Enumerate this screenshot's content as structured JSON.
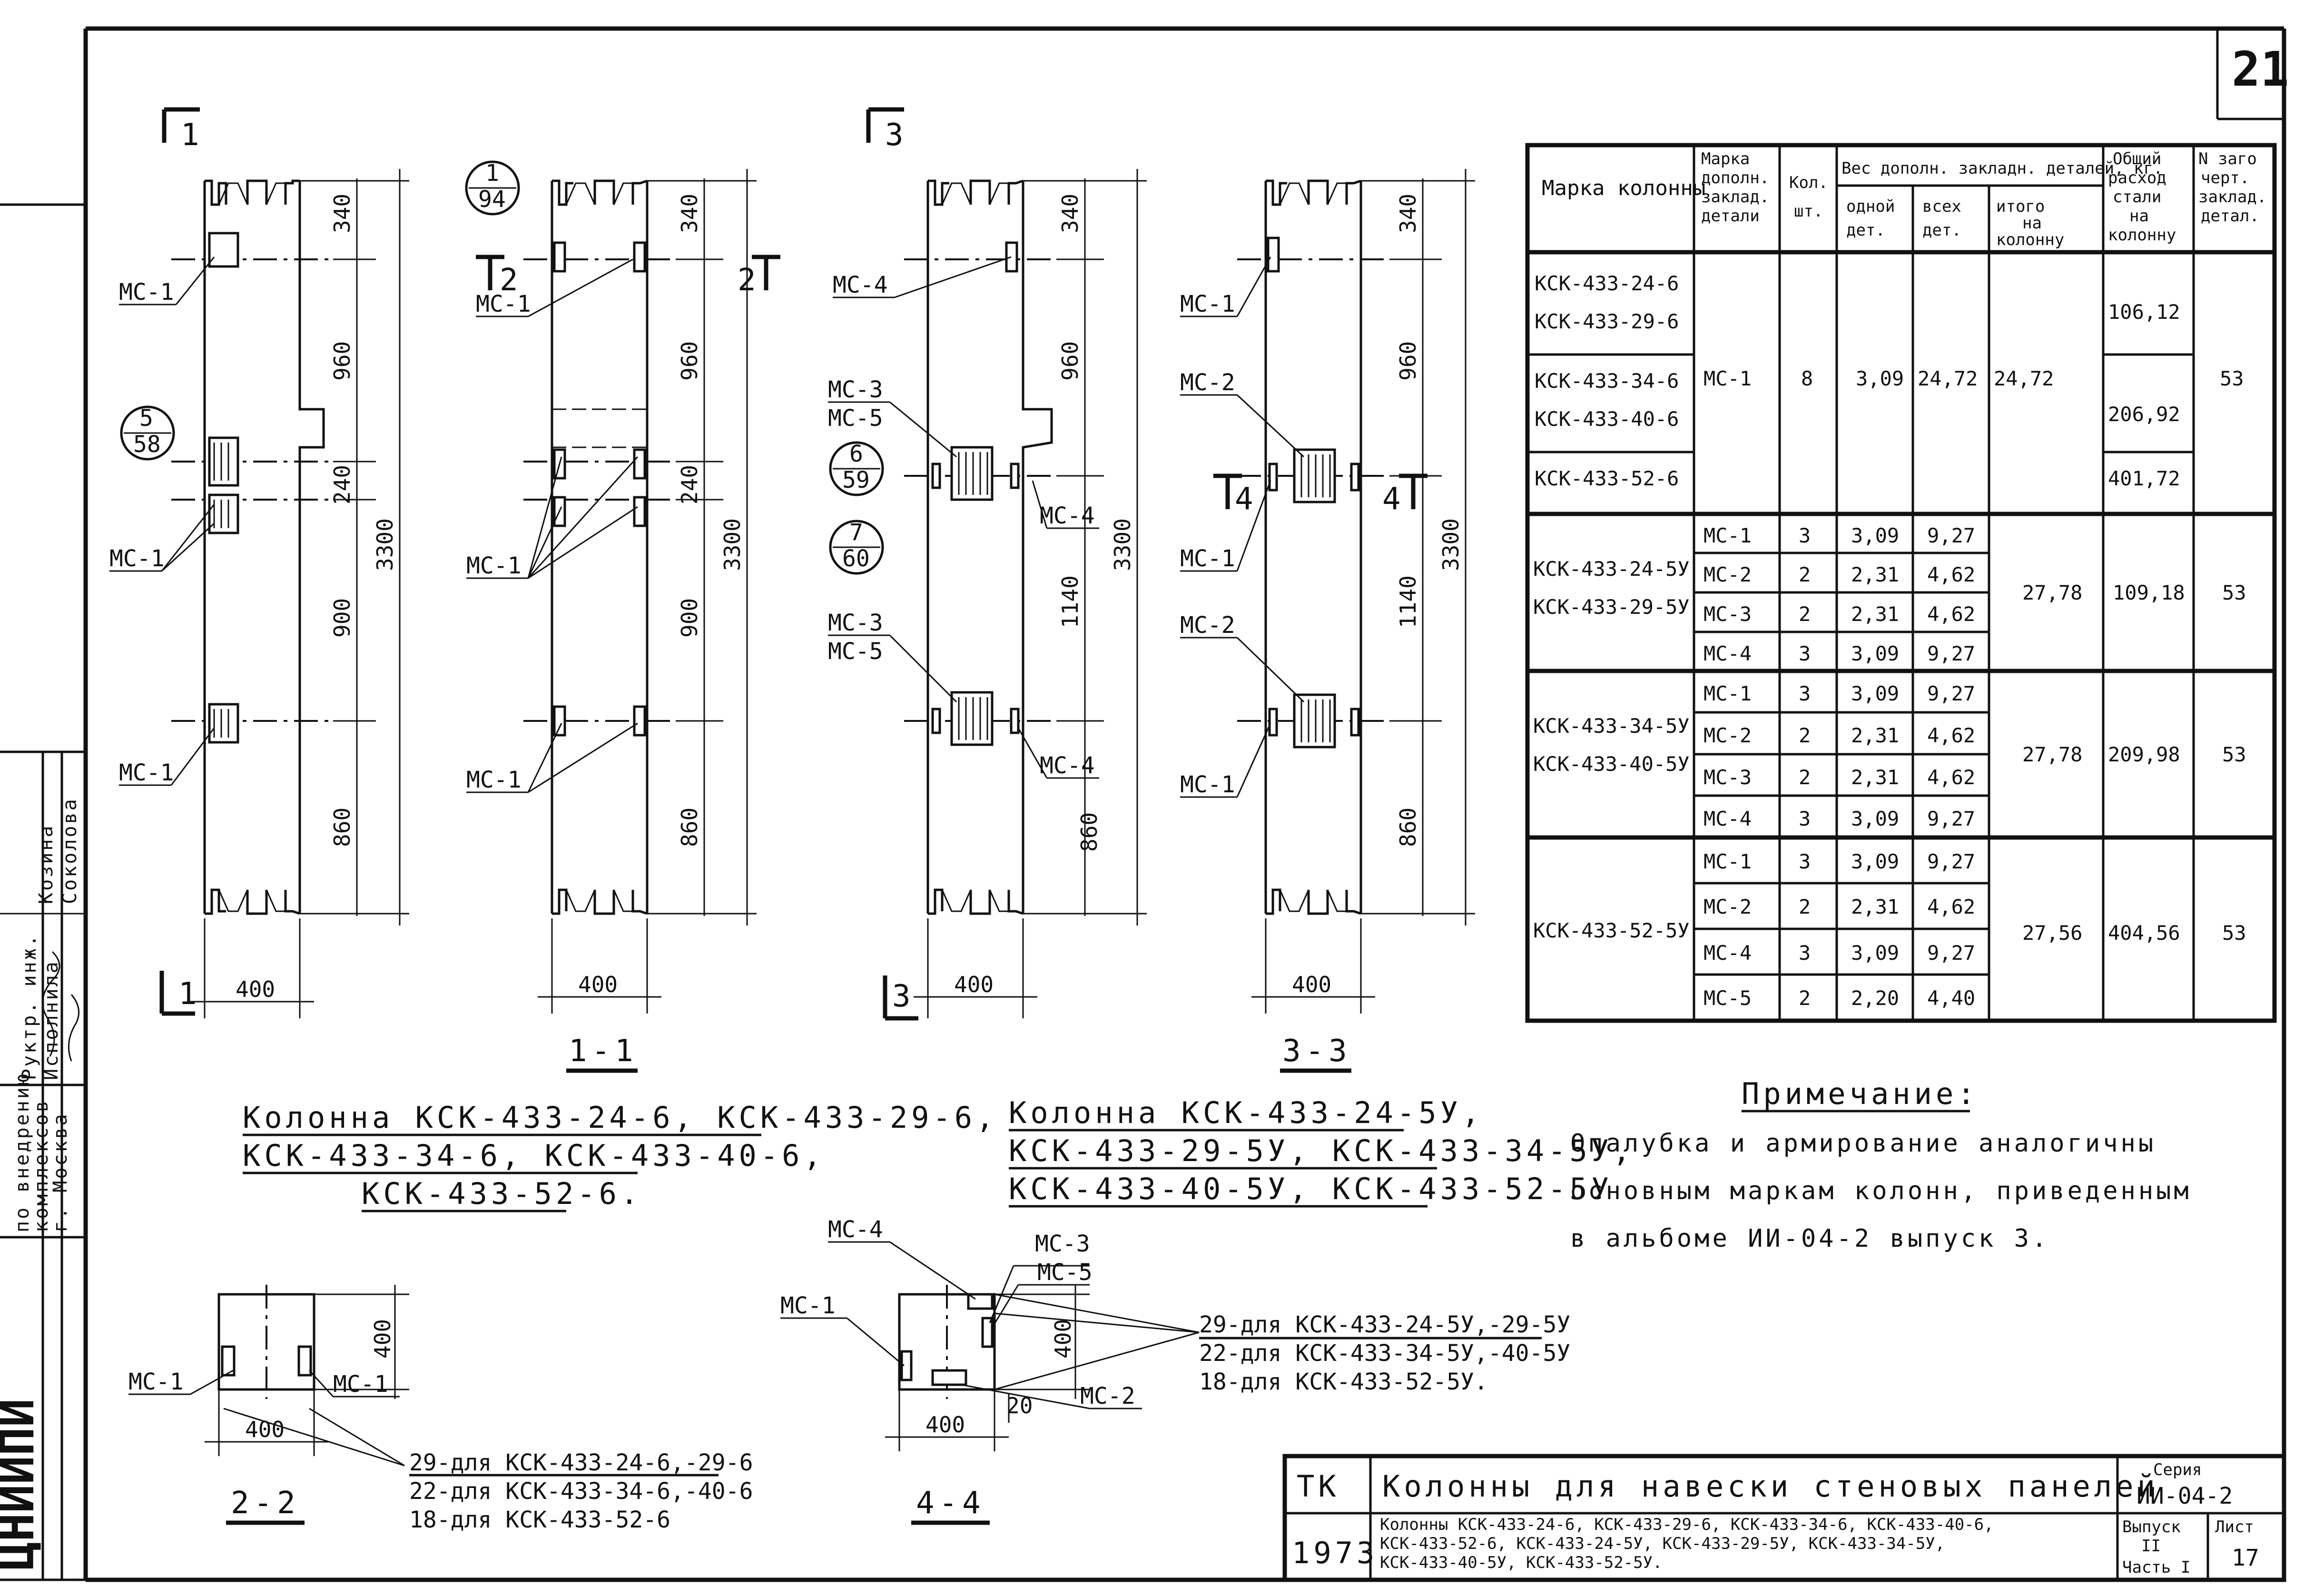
{
  "sheet_number": "21",
  "sections": {
    "s1": "1",
    "s2": "2",
    "s3": "3",
    "s4": "4",
    "cut_1_1": "1-1",
    "cut_2_2": "2-2",
    "cut_3_3": "3-3",
    "cut_4_4": "4-4"
  },
  "callouts": [
    {
      "num": "5",
      "den": "58"
    },
    {
      "num": "1",
      "den": "94"
    },
    {
      "num": "6",
      "den": "59"
    },
    {
      "num": "7",
      "den": "60"
    }
  ],
  "labels": {
    "mc1": "МС-1",
    "mc2": "МС-2",
    "mc3": "МС-3",
    "mc4": "МС-4",
    "mc5": "МС-5",
    "mc3_mc5": "МС-3",
    "mc5b": "МС-5"
  },
  "dims": {
    "d340": "340",
    "d960": "960",
    "d240": "240",
    "d900": "900",
    "d860": "860",
    "d3300": "3300",
    "d1140": "1140",
    "d400": "400",
    "d20": "20"
  },
  "caption_left": [
    "Колонна КСК-433-24-6, КСК-433-29-6,",
    "КСК-433-34-6, КСК-433-40-6,",
    "КСК-433-52-6."
  ],
  "caption_right": [
    "Колонна КСК-433-24-5У,",
    "КСК-433-29-5У, КСК-433-34-5У,",
    "КСК-433-40-5У, КСК-433-52-5У"
  ],
  "note_2_2": [
    "29-для КСК-433-24-6,-29-6",
    "22-для КСК-433-34-6,-40-6",
    "18-для КСК-433-52-6"
  ],
  "note_4_4": [
    "29-для КСК-433-24-5У,-29-5У",
    "22-для КСК-433-34-5У,-40-5У",
    "18-для КСК-433-52-5У."
  ],
  "remark": {
    "heading": "Примечание:",
    "lines": [
      "Опалубка и армирование аналогичны",
      "основным маркам колонн, приведенным",
      "в альбоме ИИ-04-2 выпуск 3."
    ]
  },
  "table": {
    "headers": {
      "h1": "Марка колонны",
      "h2a": "Марка",
      "h2b": "дополн.",
      "h2c": "заклад.",
      "h2d": "детали",
      "h3a": "Кол.",
      "h3b": "шт.",
      "h4": "Вес дополн. закладн. деталей, кг.",
      "h4a": "одной",
      "h4b": "дет.",
      "h5a": "всех",
      "h5b": "дет.",
      "h6a": "итого",
      "h6b": "на",
      "h6c": "колонну",
      "h7a": "Общий",
      "h7b": "расход",
      "h7c": "стали",
      "h7d": "на",
      "h7e": "колонну",
      "h8a": "N заго",
      "h8b": "черт.",
      "h8c": "заклад.",
      "h8d": "детал."
    },
    "group1": {
      "marks": [
        "КСК-433-24-6",
        "КСК-433-29-6",
        "КСК-433-34-6",
        "КСК-433-40-6",
        "КСК-433-52-6"
      ],
      "detail": "МС-1",
      "qty": "8",
      "one": "3,09",
      "all": "24,72",
      "total": "24,72",
      "steel": [
        "106,12",
        "206,92",
        "401,72"
      ],
      "drawing": "53"
    },
    "group2": {
      "marks": [
        "КСК-433-24-5У",
        "КСК-433-29-5У"
      ],
      "rows": [
        {
          "d": "МС-1",
          "q": "3",
          "one": "3,09",
          "all": "9,27"
        },
        {
          "d": "МС-2",
          "q": "2",
          "one": "2,31",
          "all": "4,62"
        },
        {
          "d": "МС-3",
          "q": "2",
          "one": "2,31",
          "all": "4,62"
        },
        {
          "d": "МС-4",
          "q": "3",
          "one": "3,09",
          "all": "9,27"
        }
      ],
      "total": "27,78",
      "steel": "109,18",
      "drawing": "53"
    },
    "group3": {
      "marks": [
        "КСК-433-34-5У",
        "КСК-433-40-5У"
      ],
      "rows": [
        {
          "d": "МС-1",
          "q": "3",
          "one": "3,09",
          "all": "9,27"
        },
        {
          "d": "МС-2",
          "q": "2",
          "one": "2,31",
          "all": "4,62"
        },
        {
          "d": "МС-3",
          "q": "2",
          "one": "2,31",
          "all": "4,62"
        },
        {
          "d": "МС-4",
          "q": "3",
          "one": "3,09",
          "all": "9,27"
        }
      ],
      "total": "27,78",
      "steel": "209,98",
      "drawing": "53"
    },
    "group4": {
      "marks": [
        "КСК-433-52-5У"
      ],
      "rows": [
        {
          "d": "МС-1",
          "q": "3",
          "one": "3,09",
          "all": "9,27"
        },
        {
          "d": "МС-2",
          "q": "2",
          "one": "2,31",
          "all": "4,62"
        },
        {
          "d": "МС-4",
          "q": "3",
          "one": "3,09",
          "all": "9,27"
        },
        {
          "d": "МС-5",
          "q": "2",
          "one": "2,20",
          "all": "4,40"
        }
      ],
      "total": "27,56",
      "steel": "404,56",
      "drawing": "53"
    }
  },
  "titleblock": {
    "tk": "ТК",
    "year": "1973",
    "title": "Колонны для навески стеновых панелей",
    "desc": [
      "Колонны КСК-433-24-6, КСК-433-29-6, КСК-433-34-6, КСК-433-40-6,",
      "КСК-433-52-6, КСК-433-24-5У, КСК-433-29-5У, КСК-433-34-5У,",
      "КСК-433-40-5У, КСК-433-52-5У."
    ],
    "series_label": "Серия",
    "series": "ИИ-04-2",
    "issue_label": "Выпуск",
    "issue": "II",
    "part": "Часть I",
    "sheet_label": "Лист",
    "sheet": "17"
  },
  "side_stamp": {
    "org": "ЦНИИПИ",
    "line1": "по внедрению",
    "line2": "комплексов",
    "line3": "г. Москва",
    "role1": "Руктр. инж.",
    "role2": "Исполнила",
    "name1": "Козина",
    "name2": "Соколова"
  }
}
